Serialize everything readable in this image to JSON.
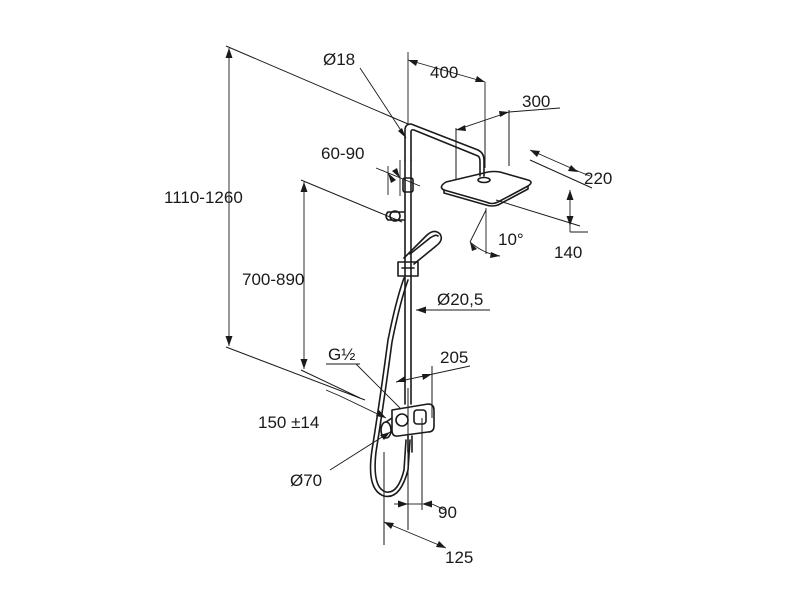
{
  "diagram": {
    "dimensions": {
      "pipe_diameter": "Ø18",
      "arm_reach": "400",
      "head_width": "300",
      "head_depth": "220",
      "wall_bracket_range": "60-90",
      "total_height_range": "1110-1260",
      "head_offset": "140",
      "tilt_angle": "10°",
      "thermostat_height_range": "700-890",
      "riser_diameter": "Ø20,5",
      "inlet_thread": "G½",
      "thermostat_depth": "205",
      "inlet_spacing": "150 ±14",
      "escutcheon_diameter": "Ø70",
      "wall_offset_lower": "90",
      "wall_offset_total": "125"
    }
  }
}
